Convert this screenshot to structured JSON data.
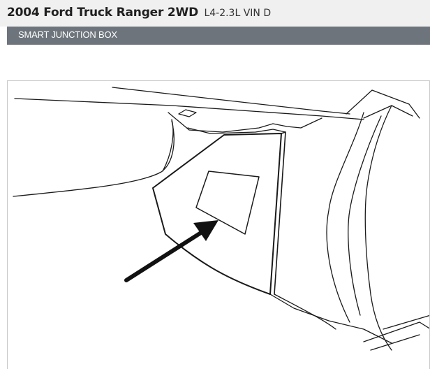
{
  "header": {
    "vehicle": "2004 Ford Truck Ranger 2WD",
    "engine": "L4-2.3L VIN D"
  },
  "section": {
    "title": "SMART JUNCTION BOX"
  },
  "figure": {
    "line_color": "#1a1a1a",
    "arrow_color": "#111111"
  }
}
